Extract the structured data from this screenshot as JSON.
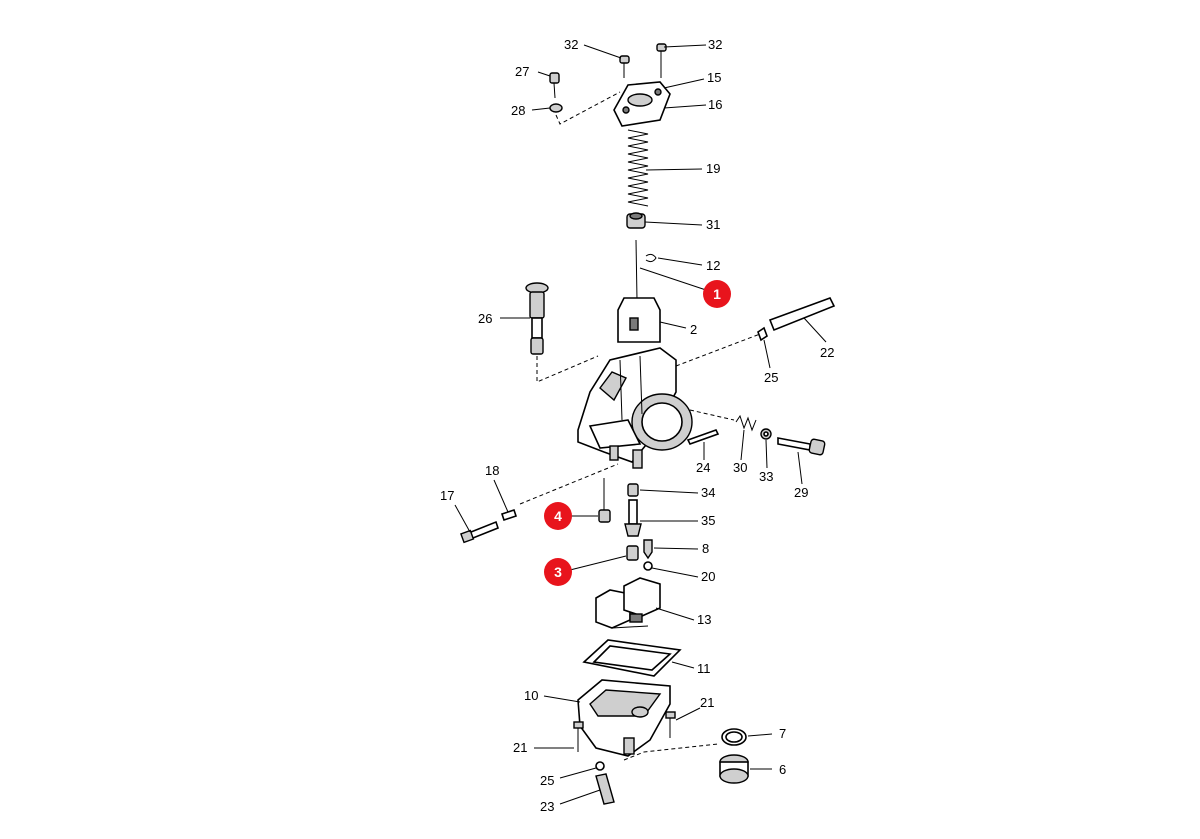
{
  "accent_color": "#e8141c",
  "labels": {
    "l32a": "32",
    "l32b": "32",
    "l27": "27",
    "l15": "15",
    "l28": "28",
    "l16": "16",
    "l19": "19",
    "l31": "31",
    "l12": "12",
    "l26": "26",
    "l2": "2",
    "l22": "22",
    "l25a": "25",
    "l24": "24",
    "l30": "30",
    "l33": "33",
    "l29": "29",
    "l18": "18",
    "l17": "17",
    "l34": "34",
    "l35": "35",
    "l8": "8",
    "l20": "20",
    "l13": "13",
    "l11": "11",
    "l10": "10",
    "l21a": "21",
    "l21b": "21",
    "l7": "7",
    "l6": "6",
    "l25b": "25",
    "l23": "23"
  },
  "badges": {
    "b1": "1",
    "b4": "4",
    "b3": "3"
  }
}
